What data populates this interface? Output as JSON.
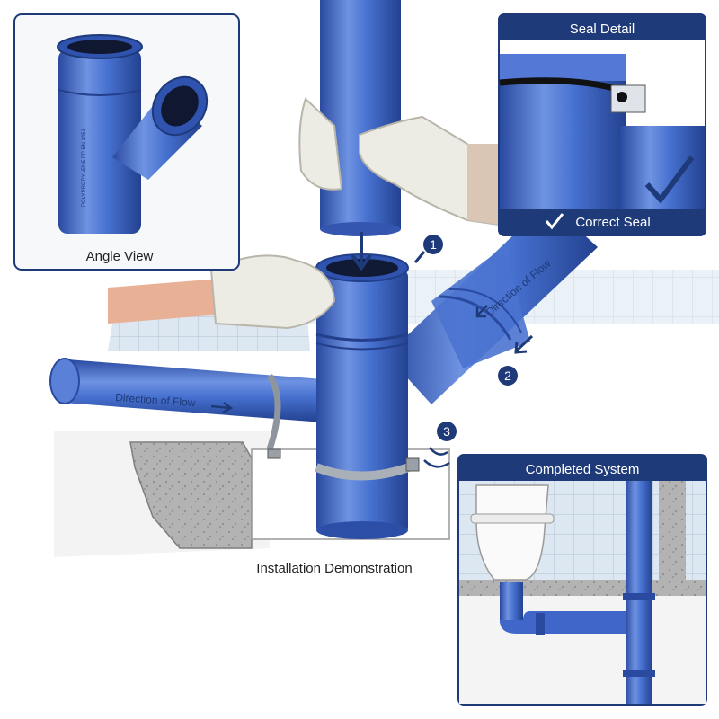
{
  "colors": {
    "pipe": "#3f66c8",
    "pipe_dark": "#2a4aa0",
    "pipe_light": "#6f93e2",
    "navy": "#1e3a78",
    "concrete": "#a8a8a8",
    "glove": "#ecebe4",
    "skin": "#e8b196",
    "tile": "#dfe9f2",
    "steel": "#c7ccd2"
  },
  "panels": {
    "angle_view": {
      "caption": "Angle View",
      "pipe_marking": "POLYPROPYLENE PP EN 1451"
    },
    "seal_detail": {
      "title": "Seal Detail",
      "caption": "Correct Seal",
      "check_icon": "checkmark-icon"
    },
    "completed_system": {
      "title": "Completed System"
    }
  },
  "main": {
    "caption": "Installation Demonstration",
    "flow_labels": {
      "horizontal": "Direction of Flow",
      "branch": "Direction of Flow"
    },
    "steps": [
      {
        "number": "1",
        "icon": "arrow-down-icon"
      },
      {
        "number": "2",
        "icon": "arrow-diagonal-icon"
      },
      {
        "number": "3",
        "icon": "rotate-arrow-icon"
      }
    ]
  }
}
